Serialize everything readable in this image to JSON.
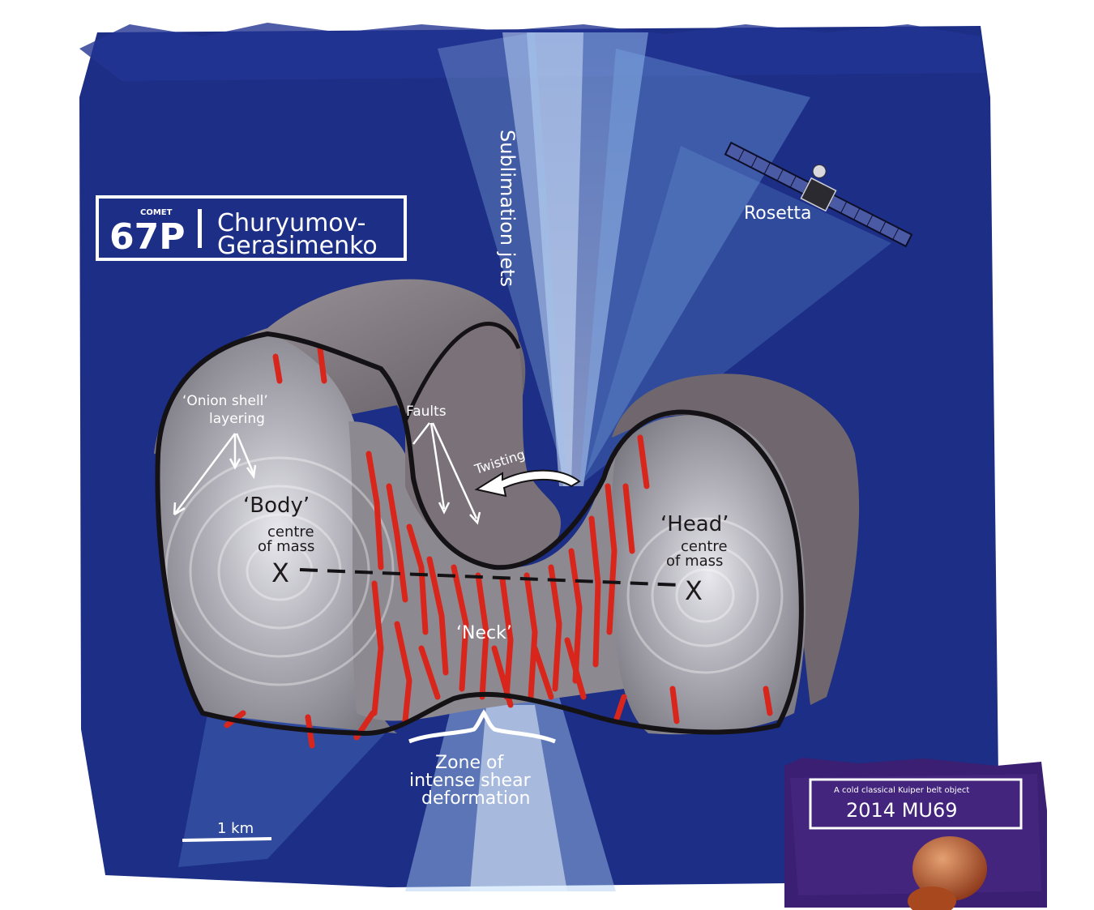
{
  "title_box": {
    "prefix": "COMET",
    "designation": "67P",
    "name_line1": "Churyumov-",
    "name_line2": "Gerasimenko"
  },
  "labels": {
    "sublimation_jets": "Sublimation jets",
    "rosetta": "Rosetta",
    "onion_line1": "‘Onion shell’",
    "onion_line2": "layering",
    "faults": "Faults",
    "twisting": "Twisting",
    "body": "‘Body’",
    "body_sub1": "centre",
    "body_sub2": "of mass",
    "head": "‘Head’",
    "head_sub1": "centre",
    "head_sub2": "of mass",
    "neck": "‘Neck’",
    "zone_line1": "Zone of",
    "zone_line2": "intense shear",
    "zone_line3": "deformation",
    "scale": "1 km",
    "cm_marker": "X"
  },
  "inset": {
    "subtitle": "A cold classical Kuiper belt object",
    "title": "2014 MU69"
  },
  "colors": {
    "space_blue": "#1c2e86",
    "jet_light": "#cfe6ff",
    "rock_gray": "#8a8286",
    "fault_red": "#d9261c",
    "inset_purple": "#3a1f72",
    "kbo_orange": "#b8552c"
  }
}
